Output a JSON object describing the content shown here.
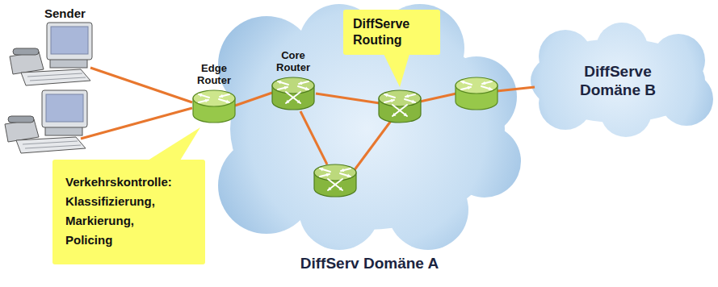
{
  "diagram": {
    "nodes": [
      {
        "text": [
          "Edge Router"
        ]
      },
      {
        "text": [
          "DiffServ Domäne A"
        ]
      },
      {
        "text": [
          "Core Router"
        ],
        "in": 1
      },
      {
        "text": [
          "DiffServe Routing"
        ],
        "in": 1
      },
      {
        "text": [
          "DiffServe Domäne B"
        ]
      },
      {
        "text": [
          "Verkehrskontrolle: Klassifizierung, Markierung, Policing"
        ]
      }
    ],
    "edges": [
      {
        "from": 0,
        "to": 2,
        "arrow": "none"
      }
    ],
    "labels": [
      "Sender"
    ]
  }
}
